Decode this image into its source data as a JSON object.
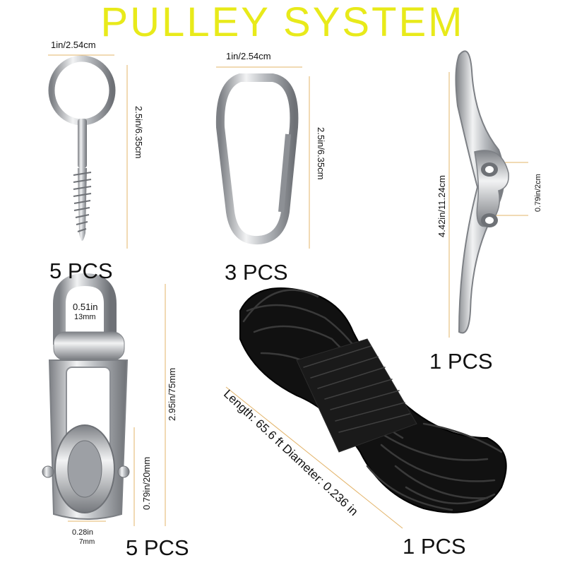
{
  "title": "PULLEY SYSTEM",
  "colors": {
    "title": "#e8ea1a",
    "guide_line": "#e3b46a",
    "steel": "#b9bcc0",
    "rope": "#161616"
  },
  "items": {
    "eye_screw": {
      "qty": "5 PCS",
      "width": "1in/2.54cm",
      "height": "2.5in/6.35cm"
    },
    "carabiner": {
      "qty": "3 PCS",
      "width": "1in/2.54cm",
      "height": "2.5in/6.35cm"
    },
    "cleat": {
      "qty": "1 PCS",
      "length": "4.42in/11.24cm",
      "hole": "0.79in/2cm"
    },
    "pulley": {
      "qty": "5 PCS",
      "shackle_top": "0.51in",
      "shackle_bottom": "13mm",
      "height": "2.95in/75mm",
      "wheel": "0.79in/20mm",
      "axle_top": "0.28in",
      "axle_bottom": "7mm"
    },
    "rope": {
      "qty": "1 PCS",
      "spec": "Length: 65.6 ft Diameter: 0.236 in"
    }
  }
}
